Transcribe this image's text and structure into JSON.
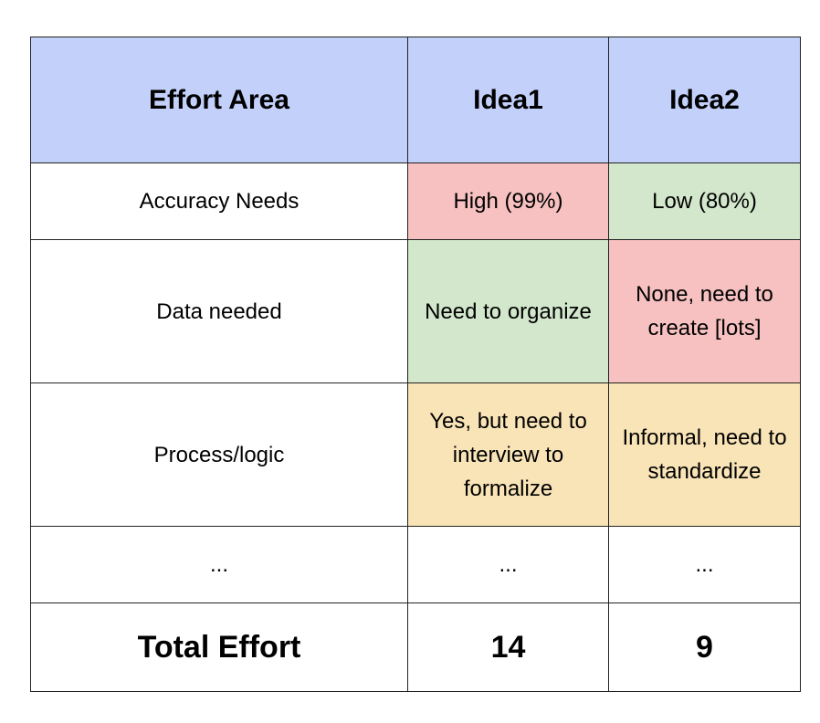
{
  "colors": {
    "header": "#c2d0fa",
    "high": "#f6c1c0",
    "low": "#d3e7cc",
    "medium": "#f9e4b7",
    "border": "#222222",
    "background": "#ffffff"
  },
  "table": {
    "header": {
      "area": "Effort Area",
      "idea1": "Idea1",
      "idea2": "Idea2"
    },
    "rows": [
      {
        "area": "Accuracy Needs",
        "idea1": {
          "text": "High (99%)",
          "color": "high"
        },
        "idea2": {
          "text": "Low (80%)",
          "color": "low"
        }
      },
      {
        "area": "Data needed",
        "idea1": {
          "text": "Need to organize",
          "color": "low"
        },
        "idea2": {
          "text": "None, need to create [lots]",
          "color": "high"
        }
      },
      {
        "area": "Process/logic",
        "idea1": {
          "text": "Yes, but need to interview to formalize",
          "color": "medium"
        },
        "idea2": {
          "text": "Informal, need to standardize",
          "color": "medium"
        }
      },
      {
        "area": "...",
        "idea1": {
          "text": "...",
          "color": "none"
        },
        "idea2": {
          "text": "...",
          "color": "none"
        }
      }
    ],
    "total": {
      "label": "Total Effort",
      "idea1": "14",
      "idea2": "9"
    }
  }
}
